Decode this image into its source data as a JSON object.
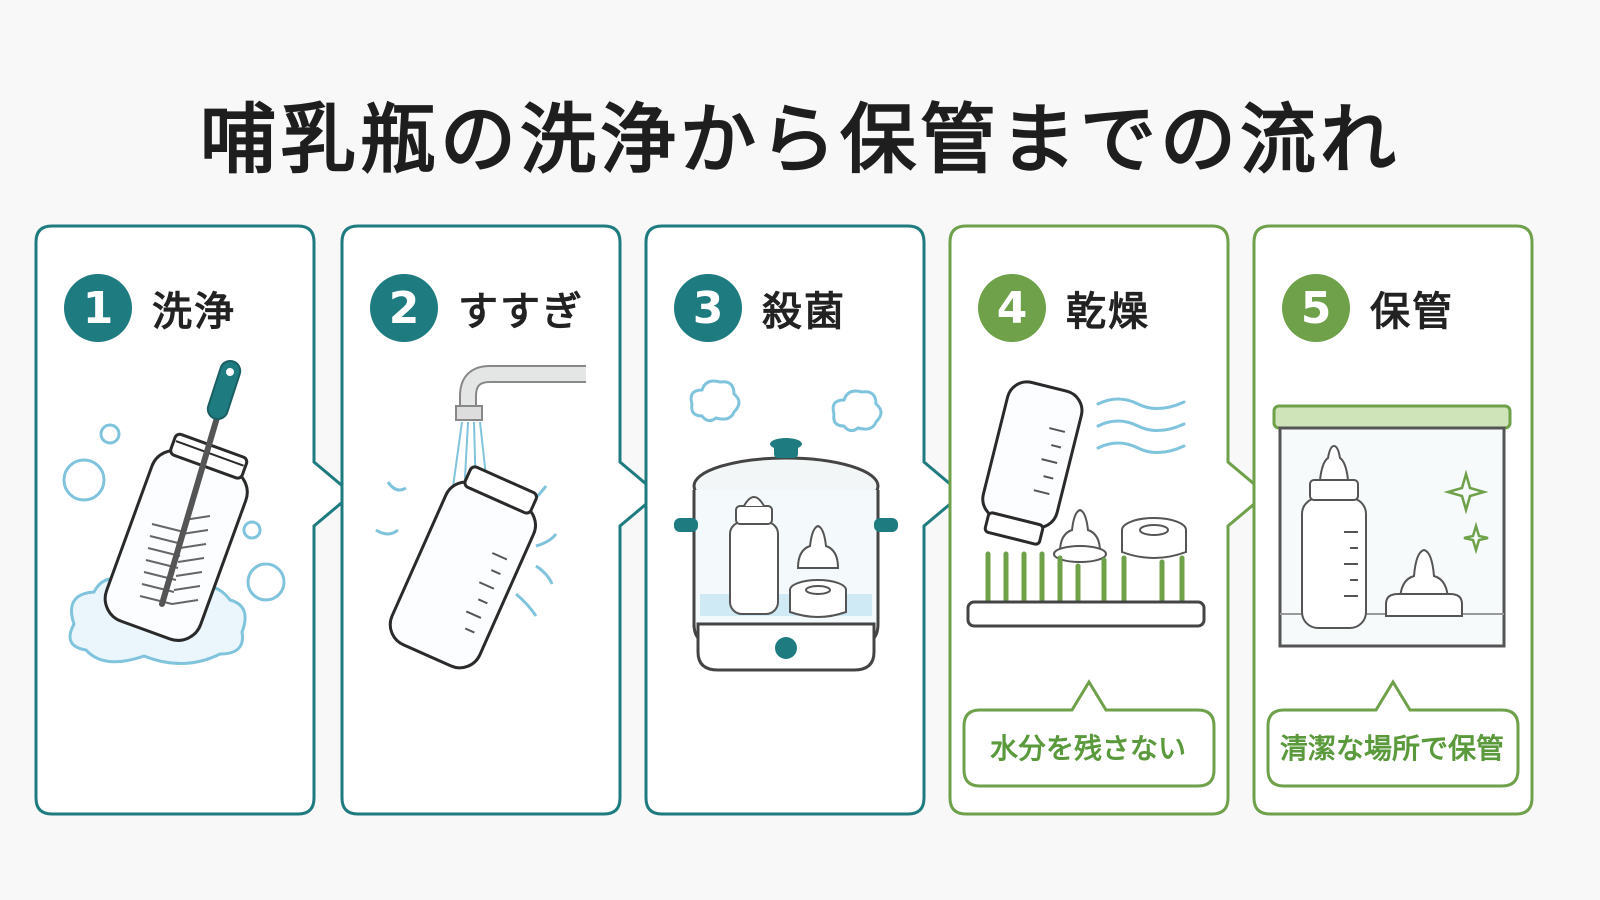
{
  "title": "哺乳瓶の洗浄から保管までの流れ",
  "colors": {
    "teal": "#1e7b80",
    "green": "#6ea14a",
    "water": "#7fc4dc"
  },
  "steps": [
    {
      "number": "1",
      "label": "洗浄",
      "icon": "bottle-brush-icon",
      "note": ""
    },
    {
      "number": "2",
      "label": "すすぎ",
      "icon": "faucet-rinse-icon",
      "note": ""
    },
    {
      "number": "3",
      "label": "殺菌",
      "icon": "steam-sterilizer-icon",
      "note": ""
    },
    {
      "number": "4",
      "label": "乾燥",
      "icon": "drying-rack-icon",
      "note": "水分を残さない"
    },
    {
      "number": "5",
      "label": "保管",
      "icon": "storage-case-icon",
      "note": "清潔な場所で保管"
    }
  ]
}
